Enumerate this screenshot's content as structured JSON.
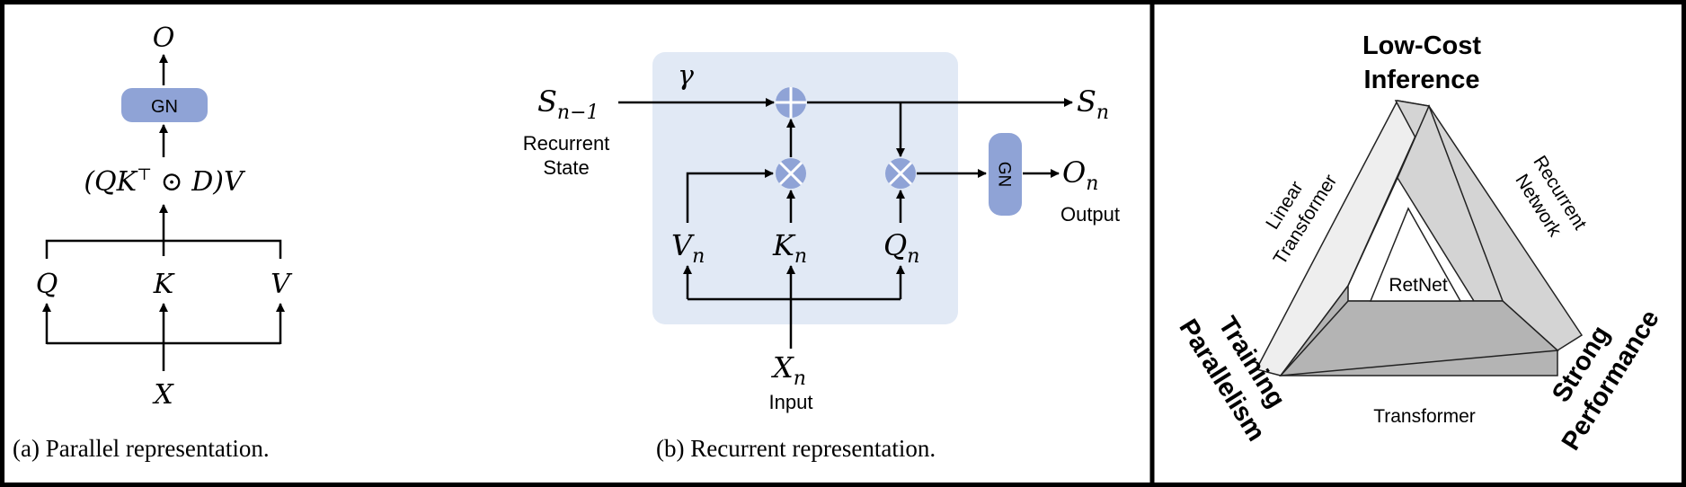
{
  "panel_a": {
    "output": "O",
    "gn": "GN",
    "formula_left": "(QK",
    "formula_sup": "⊤",
    "formula_right": " ⊙ D)V",
    "q": "Q",
    "k": "K",
    "v": "V",
    "x": "X",
    "caption": "(a) Parallel representation."
  },
  "panel_b": {
    "gamma": "γ",
    "s_prev": "S",
    "s_prev_sub": "n−1",
    "recurrent_state_1": "Recurrent",
    "recurrent_state_2": "State",
    "s_n": "S",
    "s_n_sub": "n",
    "gn": "GN",
    "o_n": "O",
    "o_n_sub": "n",
    "output_label": "Output",
    "v_n": "V",
    "k_n": "K",
    "q_n": "Q",
    "x_n": "X",
    "sub_n": "n",
    "input_label": "Input",
    "caption": "(b) Recurrent representation."
  },
  "panel_c": {
    "top_1": "Low-Cost",
    "top_2": "Inference",
    "left_1": "Training",
    "left_2": "Parallelism",
    "right_1": "Strong",
    "right_2": "Performance",
    "edge_left_1": "Linear",
    "edge_left_2": "Transformer",
    "edge_right_1": "Recurrent",
    "edge_right_2": "Network",
    "edge_bottom": "Transformer",
    "center": "RetNet"
  },
  "colors": {
    "gn_fill": "#8fa3d6",
    "panel_bg": "#e1e9f5",
    "op_fill": "#8fa3d6",
    "tri_light": "#eeeeee",
    "tri_mid": "#d4d4d4",
    "tri_dark": "#b4b4b4"
  }
}
